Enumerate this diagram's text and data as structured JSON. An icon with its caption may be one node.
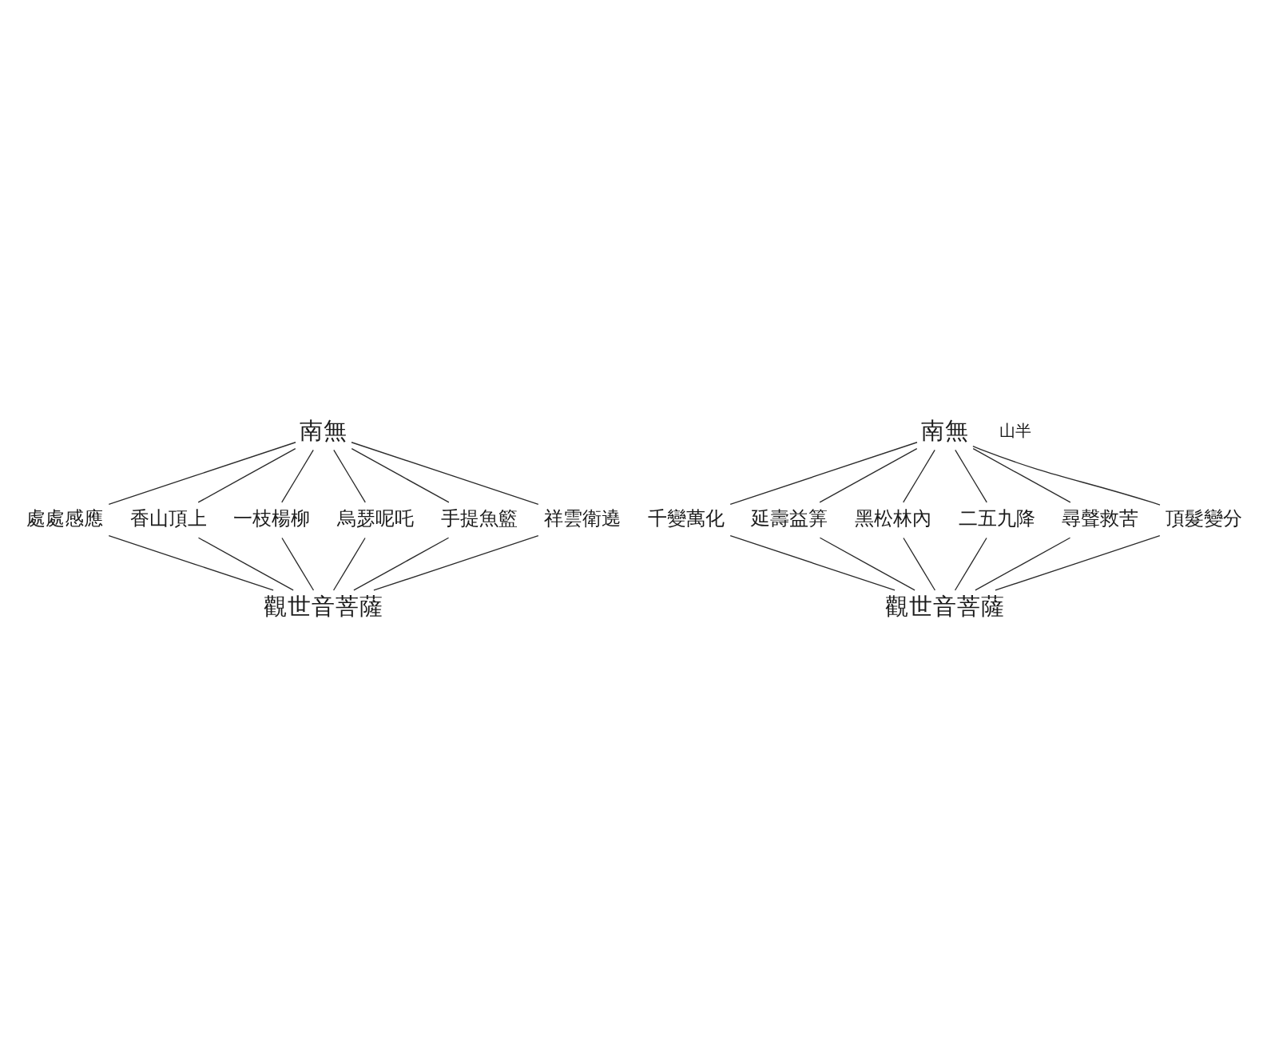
{
  "diagram": {
    "nodes": [
      {
        "text": [
          "南無"
        ]
      },
      {
        "text": [
          "頂髮變分"
        ]
      },
      {
        "text": [
          "尋聲救苦"
        ]
      },
      {
        "text": [
          "二五九降"
        ]
      },
      {
        "text": [
          "黑松林內"
        ]
      },
      {
        "text": [
          "延壽益筭"
        ]
      },
      {
        "text": [
          "千變萬化"
        ]
      },
      {
        "text": [
          "觀世音菩薩"
        ]
      },
      {
        "text": [
          "南無"
        ]
      },
      {
        "text": [
          "祥雲衛遶"
        ]
      },
      {
        "text": [
          "手提魚籃"
        ]
      },
      {
        "text": [
          "烏瑟呢吒"
        ]
      },
      {
        "text": [
          "一枝楊柳"
        ]
      },
      {
        "text": [
          "香山頂上"
        ]
      },
      {
        "text": [
          "處處感應"
        ]
      },
      {
        "text": [
          "觀世音菩薩"
        ]
      }
    ],
    "edges": [
      {
        "from": 0,
        "to": 6,
        "arrow": "none"
      },
      {
        "from": 0,
        "to": 5,
        "arrow": "none"
      },
      {
        "from": 0,
        "to": 4,
        "arrow": "none"
      },
      {
        "from": 0,
        "to": 3,
        "arrow": "none"
      },
      {
        "from": 0,
        "to": 2,
        "arrow": "none"
      },
      {
        "from": 0,
        "to": 1,
        "arrow": "none"
      },
      {
        "from": 6,
        "to": 7,
        "arrow": "none"
      },
      {
        "from": 5,
        "to": 7,
        "arrow": "none"
      },
      {
        "from": 4,
        "to": 7,
        "arrow": "none"
      },
      {
        "from": 3,
        "to": 7,
        "arrow": "none"
      },
      {
        "from": 2,
        "to": 7,
        "arrow": "none"
      },
      {
        "from": 1,
        "to": 7,
        "arrow": "none"
      },
      {
        "from": 8,
        "to": 14,
        "arrow": "none"
      },
      {
        "from": 8,
        "to": 13,
        "arrow": "none"
      },
      {
        "from": 8,
        "to": 12,
        "arrow": "none"
      },
      {
        "from": 8,
        "to": 11,
        "arrow": "none"
      },
      {
        "from": 8,
        "to": 10,
        "arrow": "none"
      },
      {
        "from": 8,
        "to": 9,
        "arrow": "none"
      },
      {
        "from": 14,
        "to": 15,
        "arrow": "none"
      },
      {
        "from": 13,
        "to": 15,
        "arrow": "none"
      },
      {
        "from": 12,
        "to": 15,
        "arrow": "none"
      },
      {
        "from": 11,
        "to": 15,
        "arrow": "none"
      },
      {
        "from": 10,
        "to": 15,
        "arrow": "none"
      },
      {
        "from": 9,
        "to": 15,
        "arrow": "none"
      }
    ],
    "labels": [
      "山半"
    ]
  }
}
